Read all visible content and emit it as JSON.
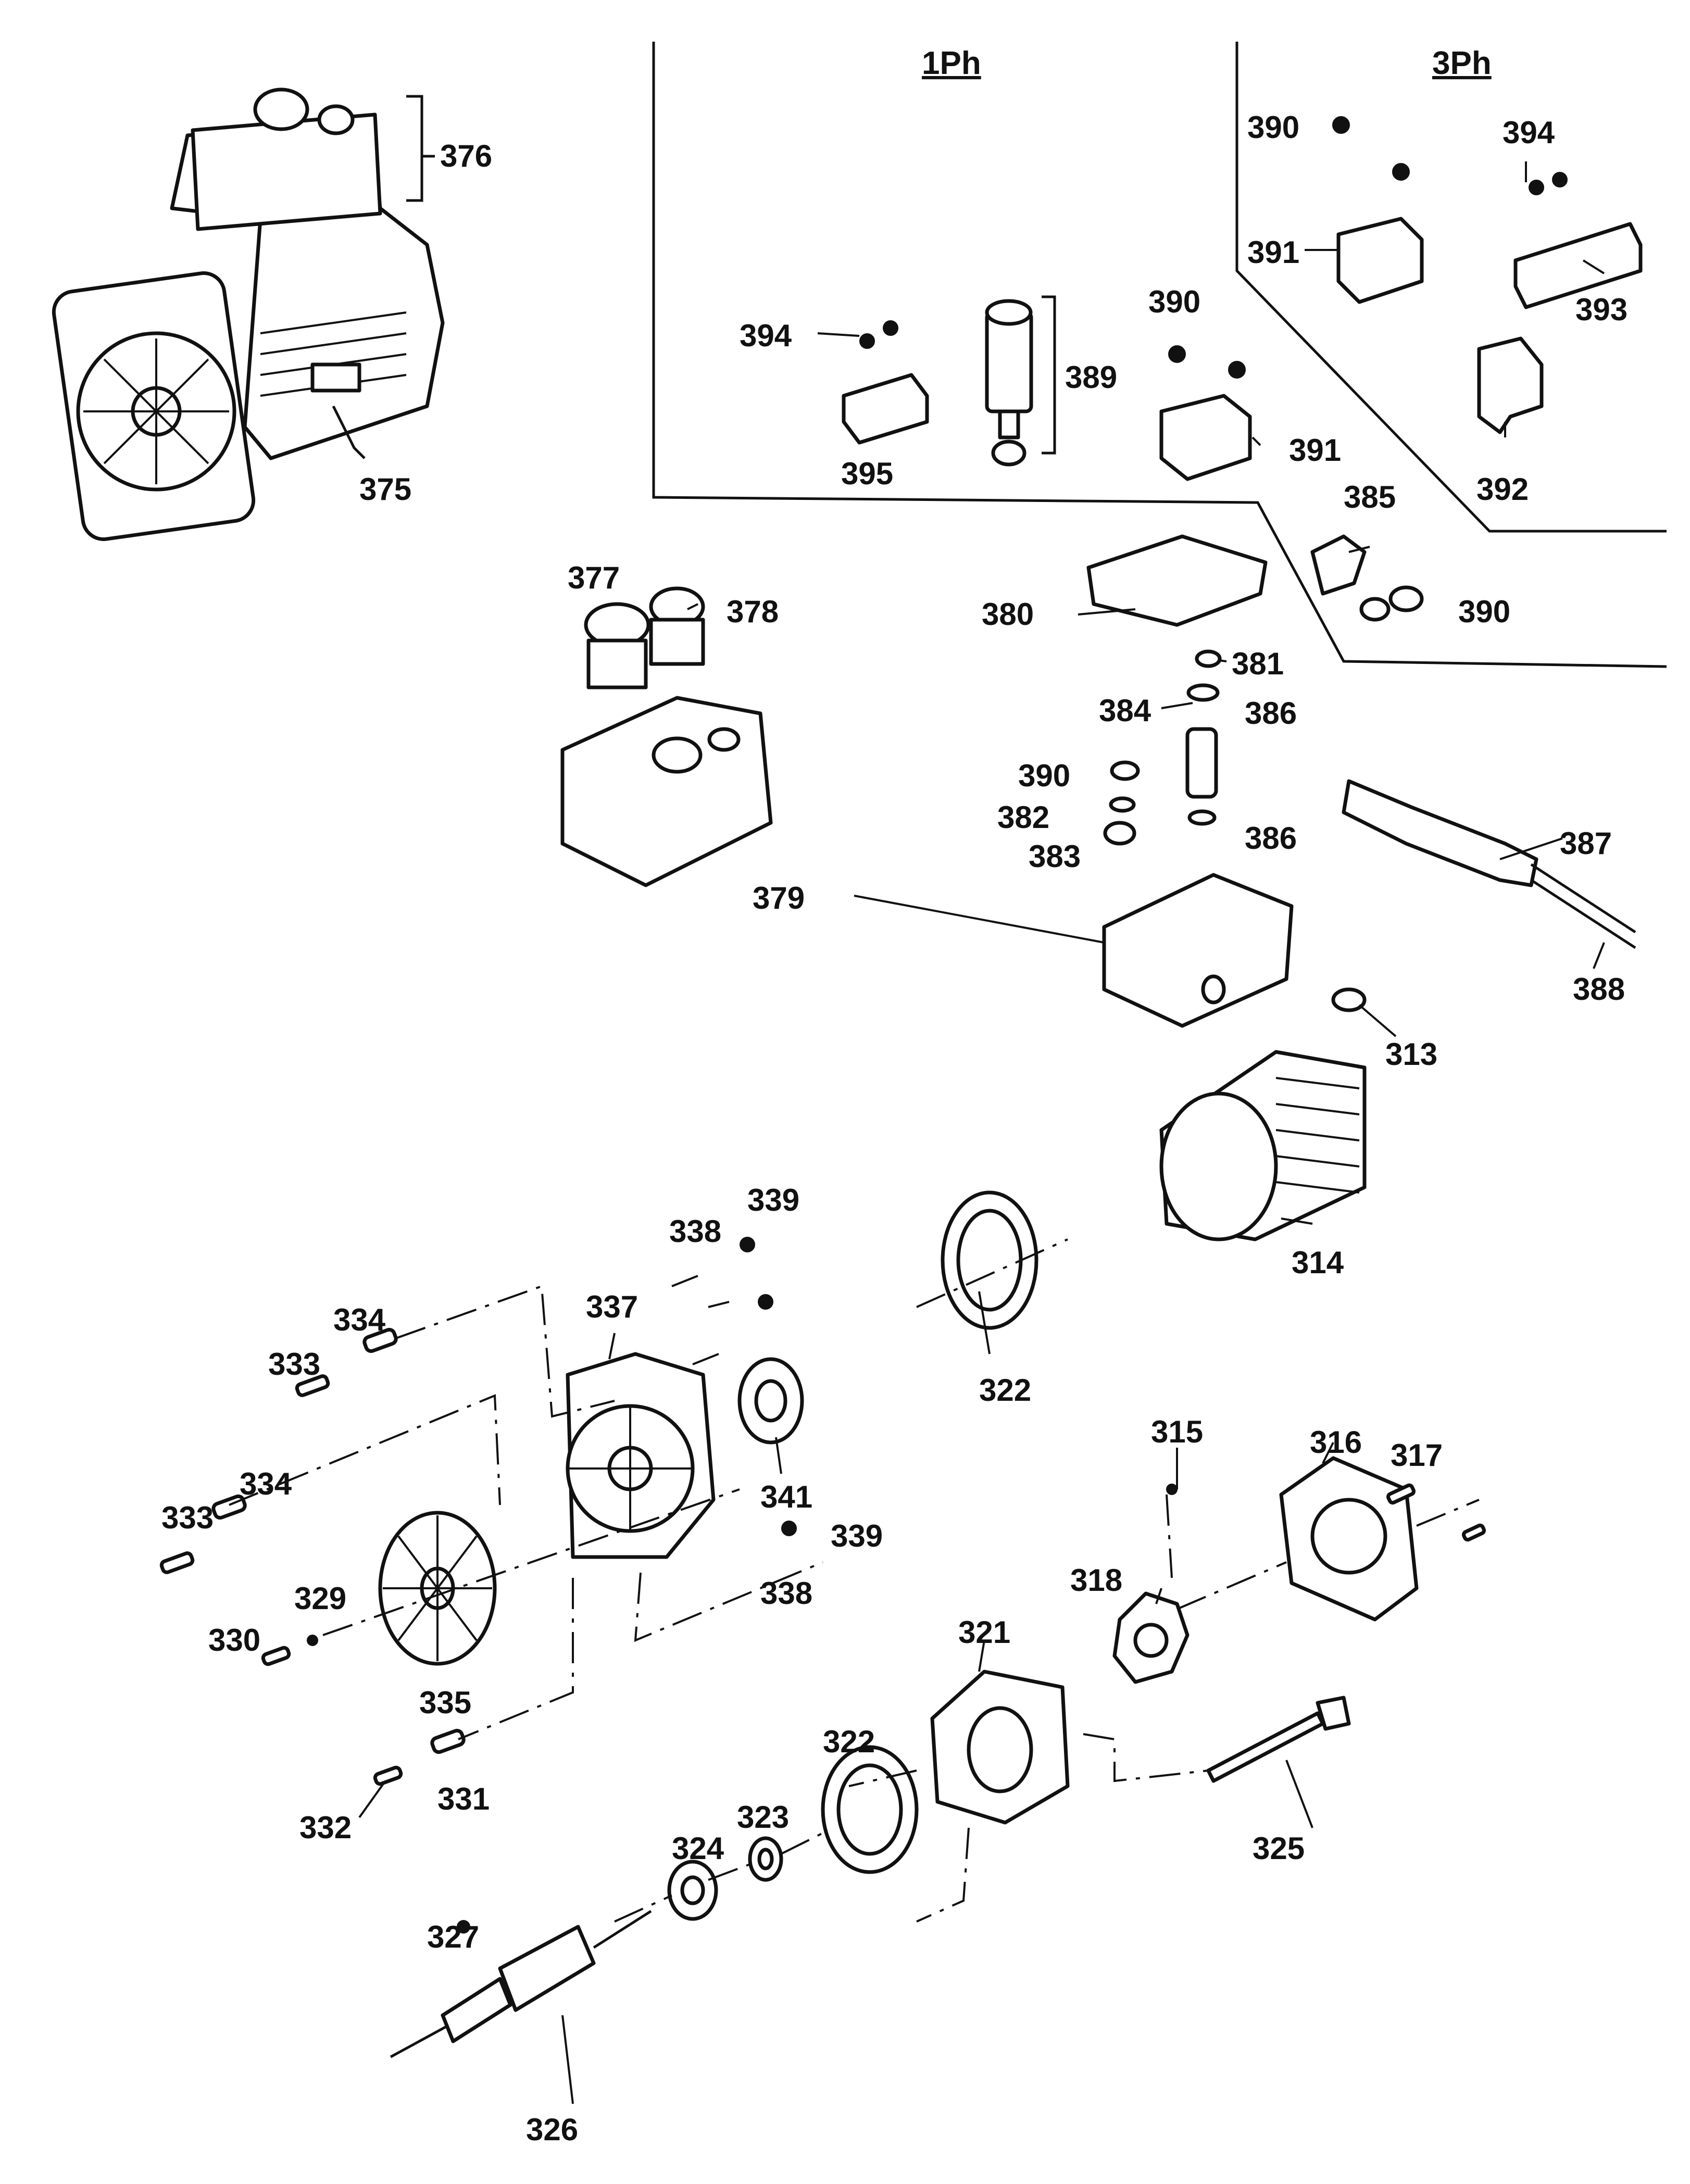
{
  "sections": {
    "single_phase": "1Ph",
    "three_phase": "3Ph"
  },
  "labels": [
    "376",
    "375",
    "394",
    "389",
    "390",
    "391",
    "395",
    "393",
    "392",
    "385",
    "377",
    "378",
    "380",
    "381",
    "384",
    "386",
    "390",
    "382",
    "383",
    "386",
    "387",
    "379",
    "388",
    "313",
    "314",
    "339",
    "338",
    "334",
    "337",
    "333",
    "322",
    "341",
    "315",
    "316",
    "317",
    "333",
    "334",
    "339",
    "329",
    "338",
    "318",
    "321",
    "330",
    "335",
    "322",
    "331",
    "332",
    "323",
    "325",
    "324",
    "327",
    "326",
    "390",
    "394",
    "390",
    "391"
  ]
}
